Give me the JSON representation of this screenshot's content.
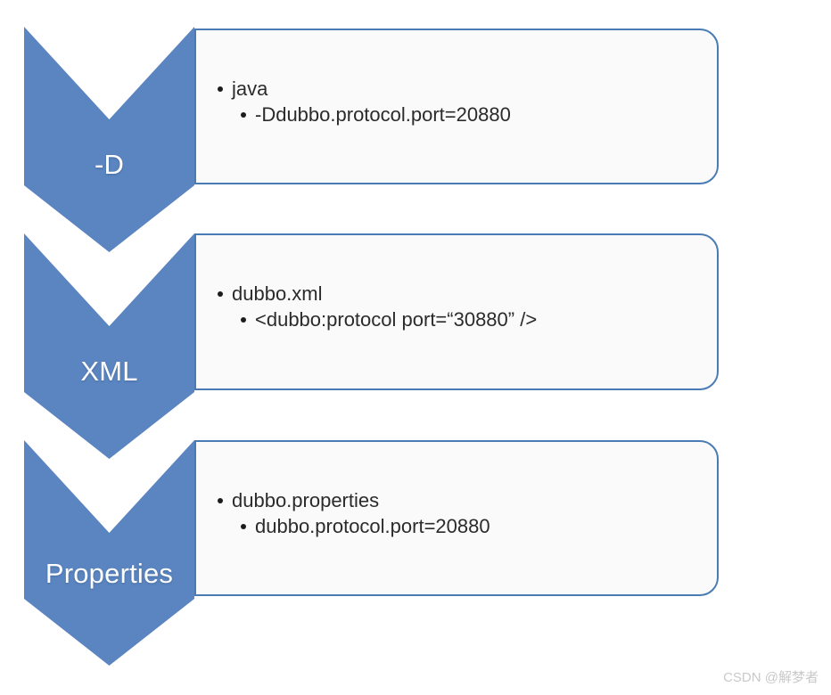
{
  "diagram": {
    "type": "chevron-process-list",
    "colors": {
      "chevron_fill": "#5B85C0",
      "box_border": "#4A7BB5",
      "box_background": "#FAFAFA",
      "label_text": "#FFFFFF",
      "body_text": "#2B2B2B",
      "watermark_text": "#C9C9C9"
    },
    "steps": [
      {
        "label": "-D",
        "items": [
          {
            "text": "java",
            "children": [
              {
                "text": "-Ddubbo.protocol.port=20880"
              }
            ]
          }
        ]
      },
      {
        "label": "XML",
        "items": [
          {
            "text": "dubbo.xml",
            "children": [
              {
                "text": "<dubbo:protocol port=“30880” />"
              }
            ]
          }
        ]
      },
      {
        "label": "Properties",
        "items": [
          {
            "text": "dubbo.properties",
            "children": [
              {
                "text": "dubbo.protocol.port=20880"
              }
            ]
          }
        ]
      }
    ]
  },
  "watermark": {
    "text": "CSDN @解梦者"
  }
}
